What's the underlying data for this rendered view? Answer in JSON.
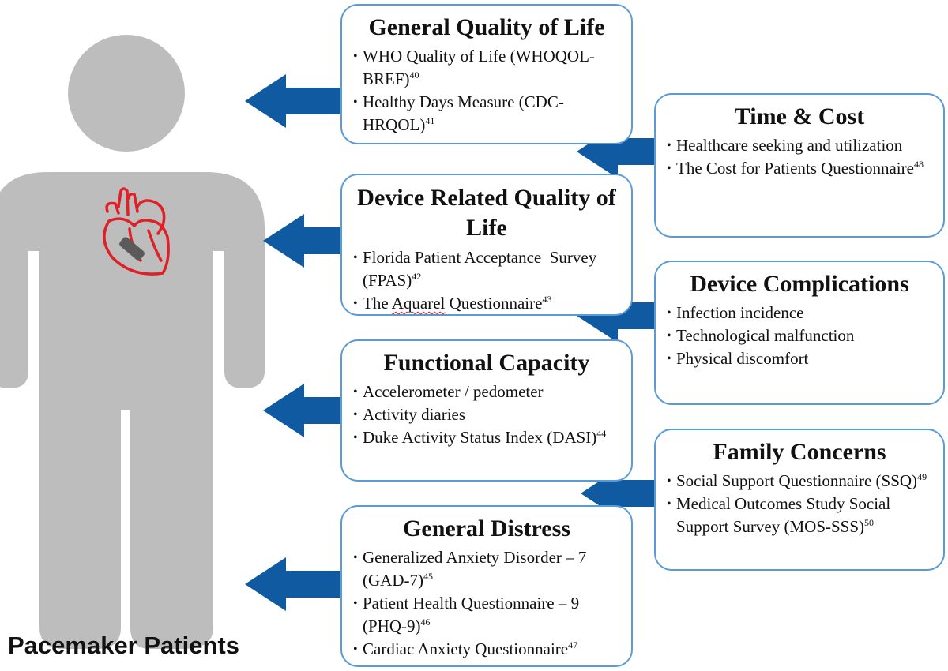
{
  "label": "Pacemaker Patients",
  "colors": {
    "arrow": "#0f5aa0",
    "box_border": "#5b9bd5",
    "body": "#bdbdbd",
    "heart": "#e01f26",
    "device": "#5a5a5a"
  },
  "icons": [
    "person-silhouette-icon",
    "heart-icon",
    "pacemaker-device-icon",
    "arrow-left-icon"
  ],
  "boxes": [
    {
      "id": "general-quality-of-life",
      "title": "General Quality of Life",
      "items": [
        {
          "text": "WHO Quality of Life (WHOQOL-BREF)",
          "ref": "40"
        },
        {
          "text": "Healthy Days Measure (CDC-HRQOL)",
          "ref": "41"
        }
      ]
    },
    {
      "id": "device-related-quality-of-life",
      "title": "Device Related Quality of Life",
      "items": [
        {
          "text": "Florida Patient Acceptance  Survey (FPAS)",
          "ref": "42"
        },
        {
          "text_pre": "The ",
          "text_mark": "Aquarel",
          "text_post": " Questionnaire",
          "ref": "43"
        }
      ]
    },
    {
      "id": "functional-capacity",
      "title": "Functional Capacity",
      "items": [
        {
          "text": "Accelerometer / pedometer",
          "ref": ""
        },
        {
          "text": "Activity diaries",
          "ref": ""
        },
        {
          "text": "Duke Activity Status Index (DASI)",
          "ref": "44"
        }
      ]
    },
    {
      "id": "general-distress",
      "title": "General Distress",
      "items": [
        {
          "text": "Generalized Anxiety Disorder – 7 (GAD-7)",
          "ref": "45"
        },
        {
          "text": "Patient Health Questionnaire – 9 (PHQ-9)",
          "ref": "46"
        },
        {
          "text": "Cardiac Anxiety Questionnaire",
          "ref": "47"
        }
      ]
    },
    {
      "id": "time-and-cost",
      "title": "Time & Cost",
      "items": [
        {
          "text": "Healthcare seeking and utilization",
          "ref": ""
        },
        {
          "text": "The Cost for Patients Questionnaire",
          "ref": "48"
        }
      ]
    },
    {
      "id": "device-complications",
      "title": "Device Complications",
      "items": [
        {
          "text": "Infection incidence",
          "ref": ""
        },
        {
          "text": "Technological malfunction",
          "ref": ""
        },
        {
          "text": "Physical discomfort",
          "ref": ""
        }
      ]
    },
    {
      "id": "family-concerns",
      "title": "Family Concerns",
      "items": [
        {
          "text": "Social Support Questionnaire (SSQ)",
          "ref": "49"
        },
        {
          "text": "Medical Outcomes Study Social Support Survey (MOS-SSS)",
          "ref": "50"
        }
      ]
    }
  ]
}
